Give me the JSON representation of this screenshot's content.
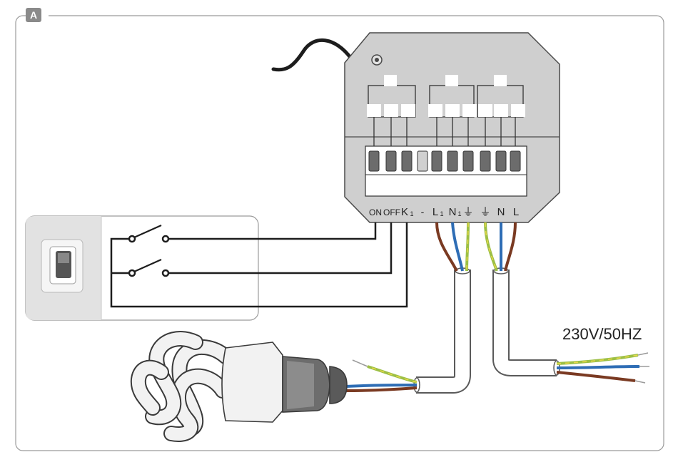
{
  "figure": {
    "panel_tag": "A",
    "colors": {
      "frame": "#9b9b9b",
      "device_body": "#cfcfcf",
      "terminal": "#6c6c6c",
      "wire_black": "#1d1d1d",
      "wire_brown": "#7a3a22",
      "wire_blue": "#2e6db5",
      "wire_green_yellow": "#9cbf45",
      "bulb": "#f2f2f2"
    },
    "terminals": [
      {
        "label": "ON"
      },
      {
        "label": "OFF"
      },
      {
        "label": "K",
        "sub": "1"
      },
      {
        "label": "-"
      },
      {
        "label": "L",
        "sub": "1"
      },
      {
        "label": "N",
        "sub": "1"
      },
      {
        "label": "⏚"
      },
      {
        "label": "⏚"
      },
      {
        "label": "N"
      },
      {
        "label": "L"
      }
    ],
    "supply_label": "230V/50HZ",
    "icons": [
      "wall-switch-icon",
      "cfl-bulb-icon"
    ]
  }
}
